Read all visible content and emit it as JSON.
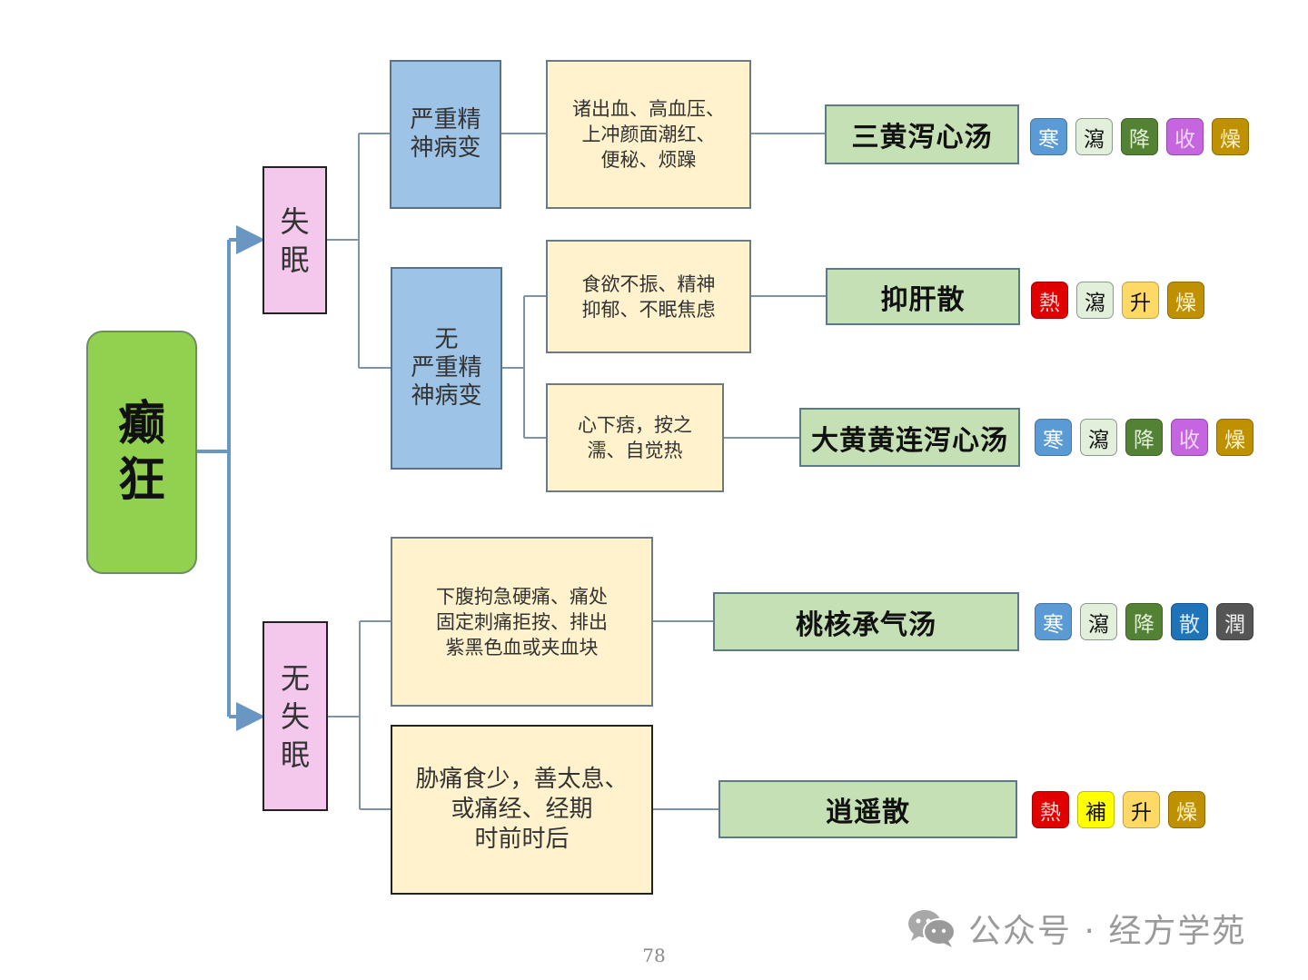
{
  "root": {
    "line1": "癫",
    "line2": "狂"
  },
  "branches": [
    {
      "label_lines": [
        "失",
        "眠"
      ]
    },
    {
      "label_lines": [
        "无",
        "失",
        "眠"
      ]
    }
  ],
  "conditions": [
    {
      "label_lines": [
        "严重精",
        "神病变"
      ]
    },
    {
      "label_lines": [
        "无",
        "严重精",
        "神病变"
      ]
    }
  ],
  "symptoms": [
    {
      "lines": [
        "诸出血、高血压、",
        "上冲颜面潮红、",
        "便秘、烦躁"
      ]
    },
    {
      "lines": [
        "食欲不振、精神",
        "抑郁、不眠焦虑"
      ]
    },
    {
      "lines": [
        "心下痞，按之",
        "濡、自觉热"
      ]
    },
    {
      "lines": [
        "下腹拘急硬痛、痛处",
        "固定刺痛拒按、排出",
        "紫黑色血或夹血块"
      ]
    },
    {
      "lines": [
        "胁痛食少，善太息、",
        "或痛经、经期",
        "时前时后"
      ]
    }
  ],
  "formulas": [
    {
      "name": "三黄泻心汤",
      "tags": [
        {
          "label": "寒",
          "bg": "#5b9bd5",
          "fg": "#ffffff"
        },
        {
          "label": "瀉",
          "bg": "#e2efda",
          "fg": "#111111"
        },
        {
          "label": "降",
          "bg": "#548235",
          "fg": "#e2f0d9"
        },
        {
          "label": "收",
          "bg": "#c565e0",
          "fg": "#f3d9f8"
        },
        {
          "label": "燥",
          "bg": "#bf9000",
          "fg": "#fff2cc"
        }
      ]
    },
    {
      "name": "抑肝散",
      "tags": [
        {
          "label": "熱",
          "bg": "#e00000",
          "fg": "#ffd6d6"
        },
        {
          "label": "瀉",
          "bg": "#e2efda",
          "fg": "#111111"
        },
        {
          "label": "升",
          "bg": "#ffd966",
          "fg": "#111111"
        },
        {
          "label": "燥",
          "bg": "#bf9000",
          "fg": "#fff2cc"
        }
      ]
    },
    {
      "name": "大黄黄连泻心汤",
      "tags": [
        {
          "label": "寒",
          "bg": "#5b9bd5",
          "fg": "#ffffff"
        },
        {
          "label": "瀉",
          "bg": "#e2efda",
          "fg": "#111111"
        },
        {
          "label": "降",
          "bg": "#548235",
          "fg": "#e2f0d9"
        },
        {
          "label": "收",
          "bg": "#c565e0",
          "fg": "#f3d9f8"
        },
        {
          "label": "燥",
          "bg": "#bf9000",
          "fg": "#fff2cc"
        }
      ]
    },
    {
      "name": "桃核承气汤",
      "tags": [
        {
          "label": "寒",
          "bg": "#5b9bd5",
          "fg": "#ffffff"
        },
        {
          "label": "瀉",
          "bg": "#e2efda",
          "fg": "#111111"
        },
        {
          "label": "降",
          "bg": "#548235",
          "fg": "#e2f0d9"
        },
        {
          "label": "散",
          "bg": "#1f73b8",
          "fg": "#deebf7"
        },
        {
          "label": "潤",
          "bg": "#555555",
          "fg": "#eeeeee"
        }
      ]
    },
    {
      "name": "逍遥散",
      "tags": [
        {
          "label": "熱",
          "bg": "#e00000",
          "fg": "#ffd6d6"
        },
        {
          "label": "補",
          "bg": "#ffff00",
          "fg": "#111111"
        },
        {
          "label": "升",
          "bg": "#ffd966",
          "fg": "#111111"
        },
        {
          "label": "燥",
          "bg": "#bf9000",
          "fg": "#fff2cc"
        }
      ]
    }
  ],
  "footer": {
    "page_number": "78",
    "watermark": "公众号 · 经方学苑",
    "watermark_icon": "wechat-icon"
  },
  "colors": {
    "connector": "#6d8fad",
    "arrow": "#6a96c4"
  }
}
